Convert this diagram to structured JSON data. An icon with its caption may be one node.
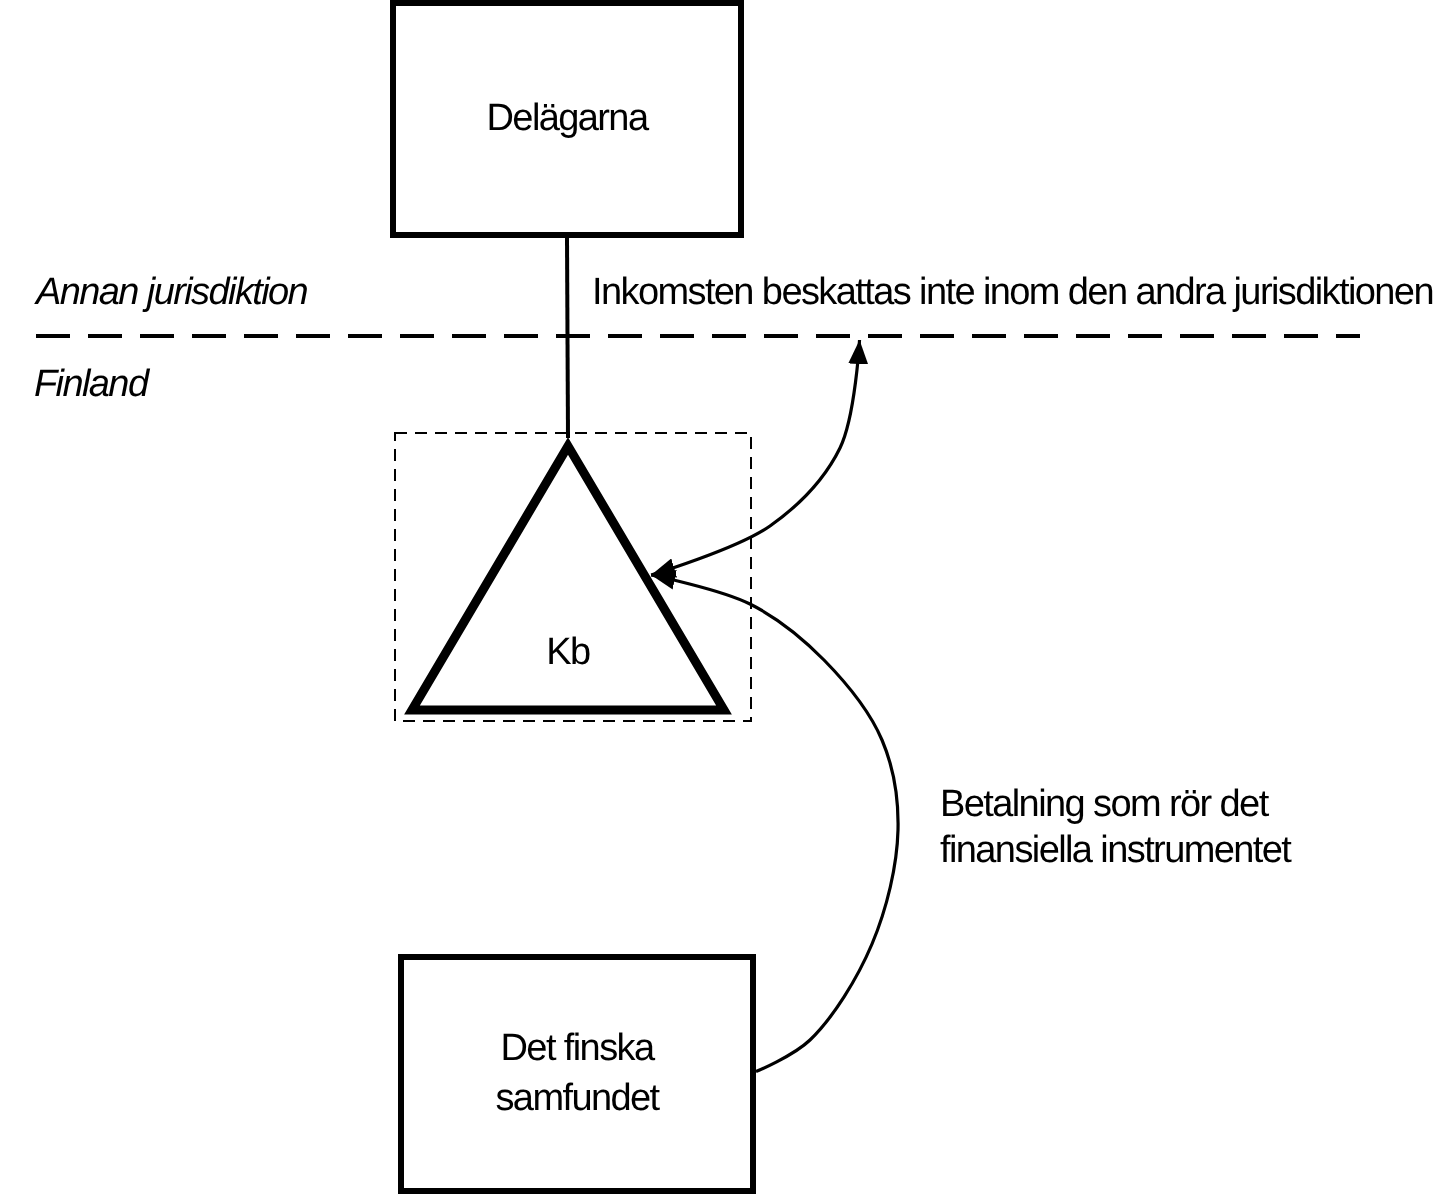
{
  "diagram": {
    "nodes": [
      {
        "text": [
          "Delägarna"
        ]
      },
      {
        "text": [],
        "shape": "line"
      },
      {
        "text": [],
        "shape": "box"
      },
      {
        "text": [
          "Kb"
        ],
        "in": 2
      },
      {
        "text": [
          "Det finska samfundet"
        ]
      }
    ],
    "edges": [
      {
        "from": 0,
        "to": 3,
        "arrow": "none"
      },
      {
        "from": 3,
        "to": 1,
        "arrow": "both",
        "label": "Inkomsten beskattas inte inom den andra jurisdiktionen"
      },
      {
        "from": 4,
        "to": 3,
        "arrow": "to",
        "label": "Betalning som rör det finansiella instrumentet"
      }
    ],
    "labels": [
      "Annan jurisdiktion",
      "Finland"
    ]
  }
}
